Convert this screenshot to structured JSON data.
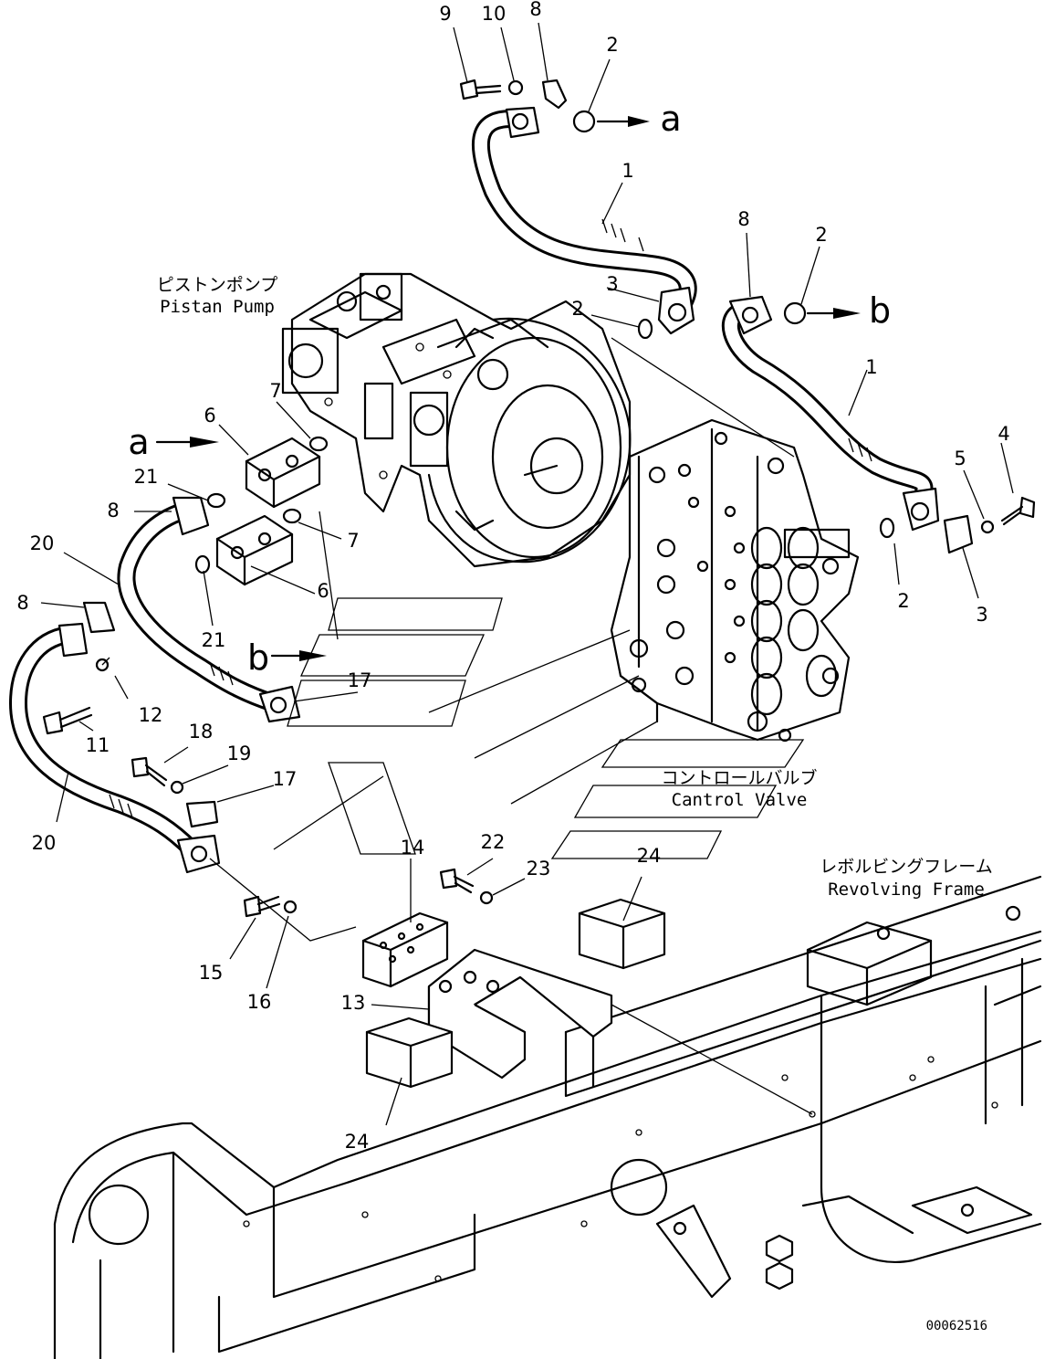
{
  "labels": {
    "pistonPumpJp": "ピストンポンプ",
    "pistonPumpEn": "Pistan Pump",
    "controlValveJp": "コントロールバルブ",
    "controlValveEn": "Cantrol Valve",
    "revolvingFrameJp": "レボルビングフレーム",
    "revolvingFrameEn": "Revolving Frame",
    "drawingCode": "00062516"
  },
  "refs": {
    "a": "a",
    "b": "b"
  },
  "callouts": {
    "c1": "1",
    "c2": "1",
    "c3": "2",
    "c4": "2",
    "c5": "2",
    "c6": "2",
    "c7": "3",
    "c8": "3",
    "c9": "4",
    "c10": "5",
    "c11": "6",
    "c12": "6",
    "c13": "7",
    "c14": "7",
    "c15": "8",
    "c16": "8",
    "c17": "8",
    "c18": "8",
    "c19": "9",
    "c20": "10",
    "c21": "11",
    "c22": "12",
    "c23": "13",
    "c24": "14",
    "c25": "15",
    "c26": "16",
    "c27": "17",
    "c28": "17",
    "c29": "18",
    "c30": "19",
    "c31": "20",
    "c32": "20",
    "c33": "21",
    "c34": "21",
    "c35": "22",
    "c36": "23",
    "c37": "24",
    "c38": "24"
  }
}
